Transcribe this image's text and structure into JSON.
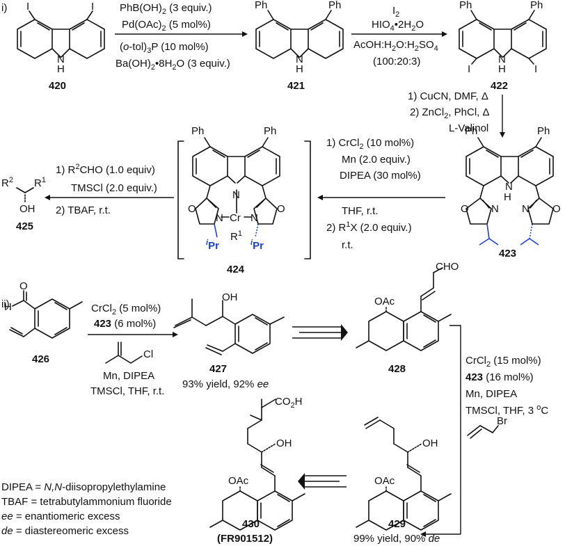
{
  "part_labels": {
    "i": "i)",
    "ii": "ii)"
  },
  "compounds": {
    "c420": "420",
    "c421": "421",
    "c422": "422",
    "c423": "423",
    "c424": "424",
    "c425": "425",
    "c426": "426",
    "c427": "427",
    "c428": "428",
    "c429": "429",
    "c430": "430",
    "c430_name": "(FR901512)"
  },
  "atoms": {
    "I": "I",
    "H": "H",
    "N": "N",
    "NH": "N",
    "Ph": "Ph",
    "O": "O",
    "Cr": "Cr",
    "R1": "R",
    "R1_sup": "1",
    "R2": "R",
    "R2_sup": "2",
    "OH": "OH",
    "CHO": "CHO",
    "OAc": "OAc",
    "Cl": "Cl",
    "Br": "Br",
    "CO2H": "CO",
    "CO2H_sub": "2",
    "CO2H_end": "H",
    "iPr": "Pr",
    "iPr_sup": "i"
  },
  "reactions": {
    "r1": {
      "l1": "PhB(OH)",
      "l1_sub": "2",
      "l1_end": " (3 equiv.)",
      "l2": "Pd(OAc)",
      "l2_sub": "2",
      "l2_end": " (5 mol%)",
      "l3a": "(",
      "l3b": "o",
      "l3c": "-tol)",
      "l3_sub": "3",
      "l3_end": "P (10 mol%)",
      "l4": "Ba(OH)",
      "l4_sub": "2",
      "l4_end": "•8H",
      "l4_sub2": "2",
      "l4_end2": "O (3 equiv.)"
    },
    "r2": {
      "l1": "I",
      "l1_sub": "2",
      "l2": "HIO",
      "l2_sub": "4",
      "l2_end": "•2H",
      "l2_sub2": "2",
      "l2_end2": "O",
      "l3": "AcOH:H",
      "l3_sub": "2",
      "l3_end": "O:H",
      "l3_sub2": "2",
      "l3_end2": "SO",
      "l3_sub3": "4",
      "l4": "(100:20:3)"
    },
    "r3": {
      "l1": "1) CuCN, DMF, Δ",
      "l2": "2) ZnCl",
      "l2_sub": "2",
      "l2_end": ", PhCl, Δ",
      "l3": "L-Valinol"
    },
    "r4": {
      "l1": "1) CrCl",
      "l1_sub": "2",
      "l1_end": " (10 mol%)",
      "l2": "Mn (2.0 equiv.)",
      "l3": "DIPEA (30 mol%)",
      "l4": "THF, r.t.",
      "l5": "2) R",
      "l5_sup": "1",
      "l5_end": "X (2.0 equiv.)",
      "l6": "r.t."
    },
    "r5": {
      "l1": "1) R",
      "l1_sup": "2",
      "l1_end": "CHO (1.0 equiv)",
      "l2": "TMSCl (2.0 equiv.)",
      "l3": "2) TBAF, r.t."
    },
    "r6": {
      "l1": "CrCl",
      "l1_sub": "2",
      "l1_end": " (5 mol%)",
      "l2": "423",
      "l2_end": " (6 mol%)",
      "l3": "Mn, DIPEA",
      "l4": "TMSCl, THF, r.t."
    },
    "r7": {
      "l1": "CrCl",
      "l1_sub": "2",
      "l1_end": " (15 mol%)",
      "l2": "423",
      "l2_end": " (16 mol%)",
      "l3": "Mn, DIPEA",
      "l4": "TMSCl, THF, 3 ",
      "l4_sup": "o",
      "l4_end": "C"
    }
  },
  "yields": {
    "y427a": "93% yield, 92% ",
    "y427b": "ee",
    "y429a": "99% yield, 90% ",
    "y429b": "de"
  },
  "legend": {
    "l1a": "DIPEA = ",
    "l1b": "N,N",
    "l1c": "-diisopropylethylamine",
    "l2": "TBAF = tetrabutylammonium fluoride",
    "l3a": "ee",
    "l3b": " = enantiomeric excess",
    "l4a": "de",
    "l4b": " = diastereomeric excess"
  },
  "colors": {
    "ink": "#111111",
    "ligand_blue": "#1a3fd6"
  }
}
